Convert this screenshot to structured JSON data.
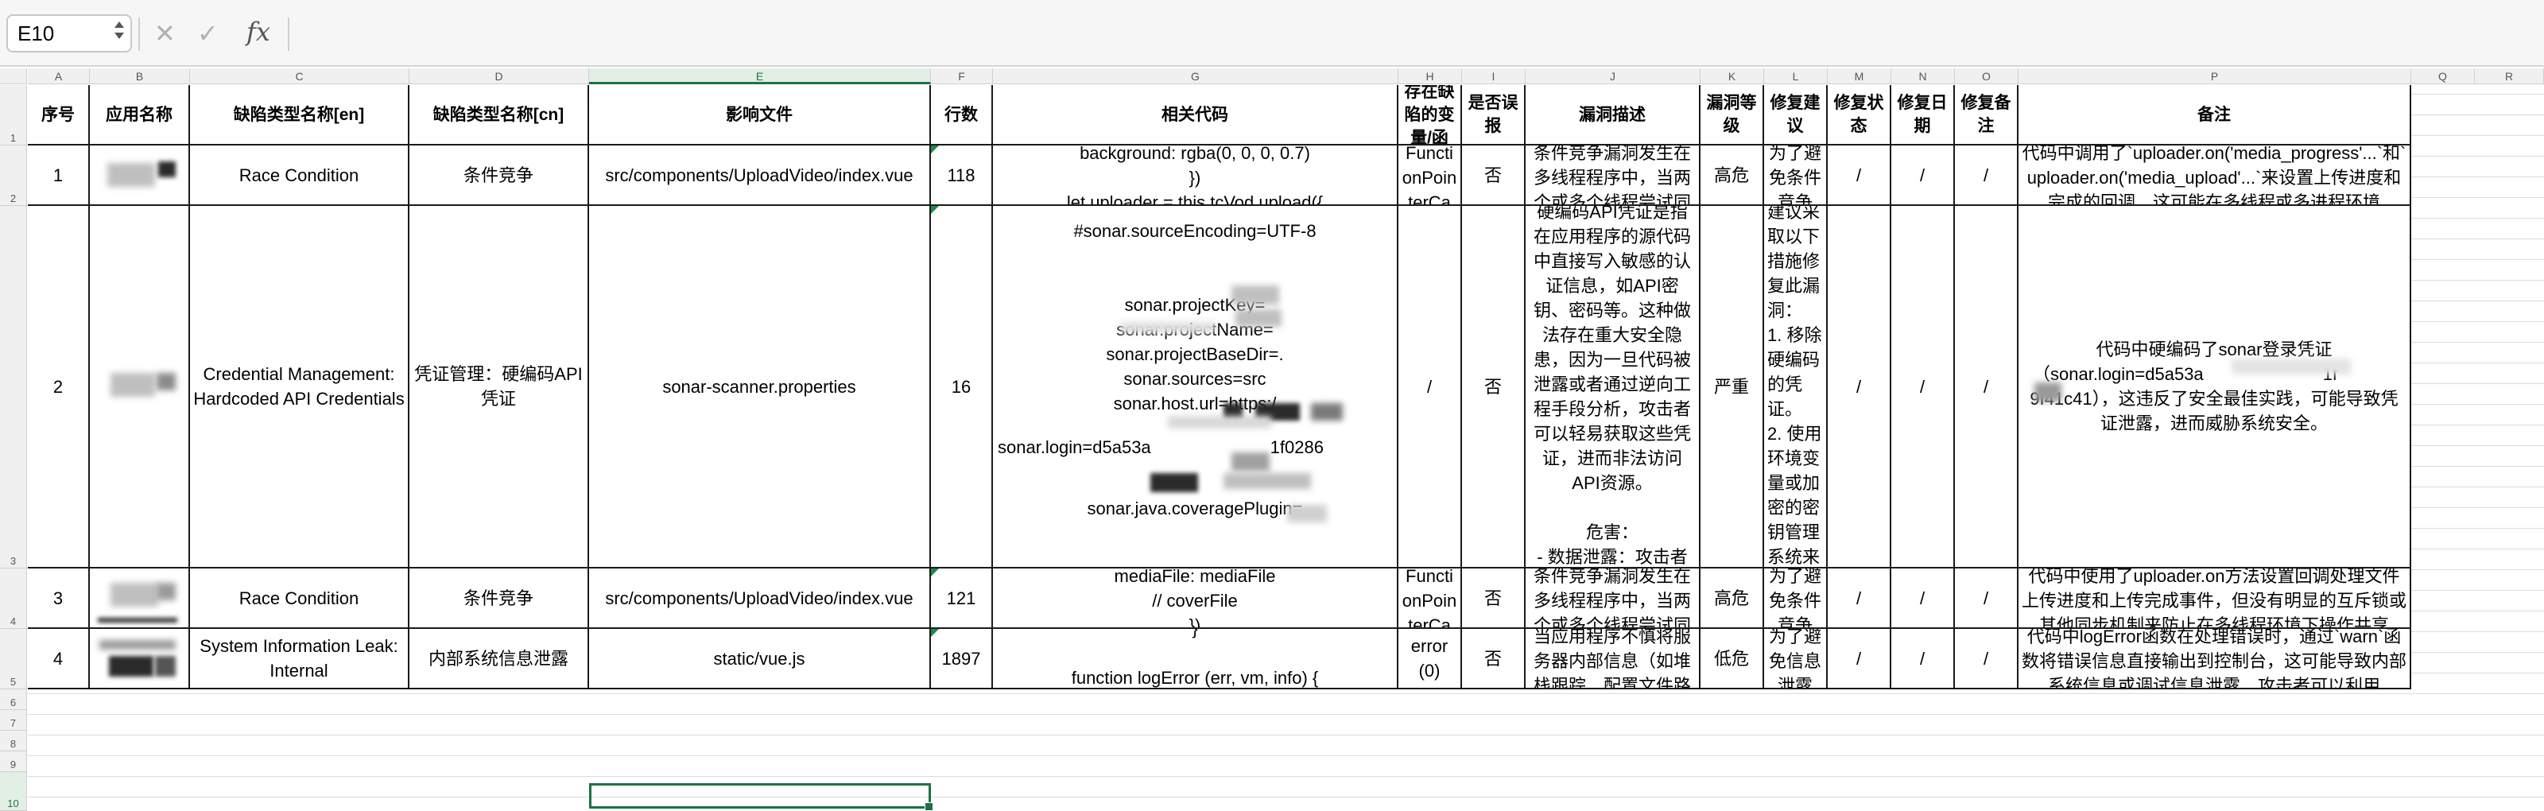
{
  "formula_bar": {
    "cell_ref": "E10",
    "fx_label": "fx",
    "formula": ""
  },
  "columns": [
    "A",
    "B",
    "C",
    "D",
    "E",
    "F",
    "G",
    "H",
    "I",
    "J",
    "K",
    "L",
    "M",
    "N",
    "O",
    "P",
    "Q",
    "R"
  ],
  "rows": [
    "1",
    "2",
    "3",
    "4",
    "5",
    "6",
    "7",
    "8",
    "9",
    "10"
  ],
  "header": {
    "seq": "序号",
    "app_name": "应用名称",
    "defect_type_en": "缺陷类型名称[en]",
    "defect_type_cn": "缺陷类型名称[cn]",
    "affected_file": "影响文件",
    "line_no": "行数",
    "related_code": "相关代码",
    "vuln_var": "存在缺陷的变量/函",
    "false_positive": "是否误报",
    "vuln_desc": "漏洞描述",
    "vuln_level": "漏洞等级",
    "fix_suggestion": "修复建议",
    "fix_status": "修复状态",
    "fix_date": "修复日期",
    "fix_note": "修复备注",
    "remark": "备注"
  },
  "records": [
    {
      "seq": "1",
      "defect_type_en": "Race Condition",
      "defect_type_cn": "条件竞争",
      "affected_file": "src/components/UploadVideo/index.vue",
      "line_no": "118",
      "related_code": "background: rgba(0, 0, 0, 0.7)\n})\nlet uploader = this.tcVod.upload({",
      "vuln_var": "FunctionPointerCa",
      "false_positive": "否",
      "vuln_desc": "条件竞争漏洞发生在多线程程序中，当两个或多个线程尝试同",
      "vuln_level": "高危",
      "fix_suggestion": "为了避免条件竞争",
      "fix_status": "/",
      "fix_date": "/",
      "fix_note": "/",
      "remark": "代码中调用了`uploader.on('media_progress'...`和`uploader.on('media_upload'...`来设置上传进度和完成的回调，这可能在多线程或多进程环境"
    },
    {
      "seq": "2",
      "defect_type_en": "Credential Management: Hardcoded API Credentials",
      "defect_type_cn": "凭证管理：硬编码API凭证",
      "affected_file": "sonar-scanner.properties",
      "line_no": "16",
      "code_lines": [
        "#sonar.sourceEncoding=UTF-8",
        "",
        "",
        "sonar.projectKey=",
        "sonar.projectName=",
        "sonar.projectBaseDir=.",
        "sonar.sources=src",
        "sonar.host.url=https:/",
        "",
        "sonar.login=d5a53a",
        "1f0286",
        "",
        "sonar.java.coveragePlugin="
      ],
      "vuln_var": "/",
      "false_positive": "否",
      "vuln_desc": "硬编码API凭证是指在应用程序的源代码中直接写入敏感的认证信息，如API密钥、密码等。这种做法存在重大安全隐患，因为一旦代码被泄露或者通过逆向工程手段分析，攻击者可以轻易获取这些凭证，进而非法访问API资源。\n\n危害：\n- 数据泄露：攻击者",
      "vuln_level": "严重",
      "fix_suggestion": "建议采取以下措施修复此漏洞：\n1. 移除硬编码的凭证。\n2. 使用环境变量或加密的密钥管理系统来",
      "fix_status": "/",
      "fix_date": "/",
      "fix_note": "/",
      "remark_lines": [
        "代码中硬编码了sonar登录凭证",
        "（sonar.login=d5a53a",
        "1f",
        "9f41c41），这违反了安全最佳实践，可能导致凭证泄露，进而威胁系统安全。"
      ]
    },
    {
      "seq": "3",
      "defect_type_en": "Race Condition",
      "defect_type_cn": "条件竞争",
      "affected_file": "src/components/UploadVideo/index.vue",
      "line_no": "121",
      "related_code": "mediaFile: mediaFile\n// coverFile\n})",
      "vuln_var": "FunctionPointerCa",
      "false_positive": "否",
      "vuln_desc": "条件竞争漏洞发生在多线程程序中，当两个或多个线程尝试同",
      "vuln_level": "高危",
      "fix_suggestion": "为了避免条件竞争",
      "fix_status": "/",
      "fix_date": "/",
      "fix_note": "/",
      "remark": "代码中使用了uploader.on方法设置回调处理文件上传进度和上传完成事件，但没有明显的互斥锁或其他同步机制来防止在多线程环境下操作共享"
    },
    {
      "seq": "4",
      "defect_type_en": "System Information Leak: Internal",
      "defect_type_cn": "内部系统信息泄露",
      "affected_file": "static/vue.js",
      "line_no": "1897",
      "related_code": "}\n\nfunction logError (err, vm, info) {",
      "vuln_var": "error(0)",
      "false_positive": "否",
      "vuln_desc": "当应用程序不慎将服务器内部信息（如堆栈跟踪、配置文件路",
      "vuln_level": "低危",
      "fix_suggestion": "为了避免信息泄露",
      "fix_status": "/",
      "fix_date": "/",
      "fix_note": "/",
      "remark": "代码中logError函数在处理错误时，通过`warn`函数将错误信息直接输出到控制台，这可能导致内部系统信息或调试信息泄露，攻击者可以利用"
    }
  ]
}
